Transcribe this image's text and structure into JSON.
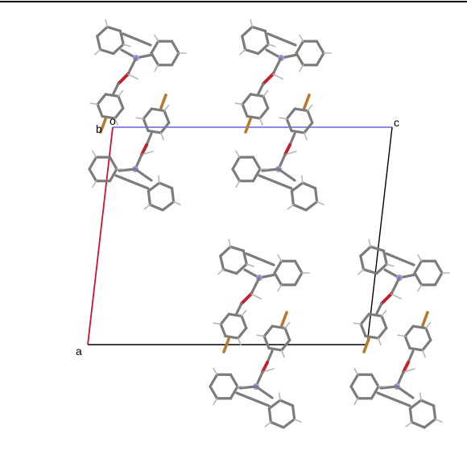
{
  "figure": {
    "axis_labels": {
      "a": "a",
      "b": "b",
      "c": "c",
      "origin": "o"
    },
    "cell_colors": {
      "a_axis": "#d01030",
      "b_axis": "#3030d0",
      "c_axis": "#8c8ce6",
      "edge": "#000000"
    },
    "atom_colors": {
      "carbon": "#7c7c7c",
      "hydrogen": "#b8b8b8",
      "nitrogen": "#9c9ce6",
      "oxygen": "#c2202a",
      "bromine": "#b77a2c"
    },
    "molecule_count": 8
  }
}
